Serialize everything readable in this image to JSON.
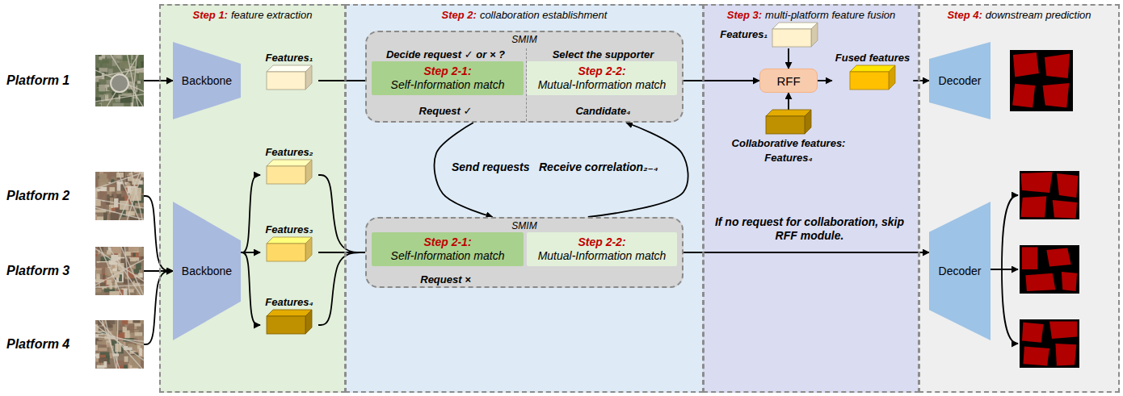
{
  "diagram": {
    "nodes": [
      {
        "text": [
          "Platform 1"
        ]
      },
      {
        "text": [
          "Platform 2"
        ]
      },
      {
        "text": [
          "Platform 3"
        ]
      },
      {
        "text": [
          "Platform 4"
        ]
      },
      {
        "text": [
          "Step 1:",
          "feature extraction"
        ]
      },
      {
        "text": [
          "Backbone"
        ],
        "in": 4
      },
      {
        "text": [
          "Features₁"
        ],
        "in": 4
      },
      {
        "text": [
          "Backbone"
        ],
        "in": 4
      },
      {
        "text": [
          "Features₂"
        ],
        "in": 4
      },
      {
        "text": [
          "Features₃"
        ],
        "in": 4
      },
      {
        "text": [
          "Features₄"
        ],
        "in": 4
      },
      {
        "text": [
          "Step 2:",
          "collaboration establishment"
        ]
      },
      {
        "text": [
          "SMIM",
          "Decide request ✓ or × ?",
          "Select the supporter",
          "Request ✓",
          "Candidate₄"
        ],
        "in": 11
      },
      {
        "text": [
          "Step 2-1:",
          "Self-Information match"
        ],
        "in": 12
      },
      {
        "text": [
          "Step 2-2:",
          "Mutual-Information match"
        ],
        "in": 12
      },
      {
        "text": [
          "SMIM",
          "Request ×"
        ],
        "in": 11
      },
      {
        "text": [
          "Step 2-1:",
          "Self-Information match"
        ],
        "in": 15
      },
      {
        "text": [
          "Step 2-2:",
          "Mutual-Information match"
        ],
        "in": 15
      },
      {
        "text": [
          "Step 3:",
          "multi-platform feature fusion"
        ]
      },
      {
        "text": [
          "Features₁"
        ],
        "in": 18
      },
      {
        "text": [
          "RFF"
        ],
        "in": 18
      },
      {
        "text": [
          "Collaborative features: Features₄"
        ],
        "in": 18
      },
      {
        "text": [
          "Fused features"
        ],
        "in": 18
      },
      {
        "text": [
          "Step 4:",
          "downstream prediction"
        ]
      },
      {
        "text": [
          "Decoder"
        ],
        "in": 23
      },
      {
        "text": [
          "Decoder"
        ],
        "in": 23
      }
    ],
    "edges": [
      {
        "from": 0,
        "to": 5,
        "arrow": "to"
      },
      {
        "from": 1,
        "to": 7,
        "arrow": "to"
      },
      {
        "from": 2,
        "to": 7,
        "arrow": "to"
      },
      {
        "from": 3,
        "to": 7,
        "arrow": "to"
      },
      {
        "from": 7,
        "to": 8,
        "arrow": "to"
      },
      {
        "from": 7,
        "to": 9,
        "arrow": "to"
      },
      {
        "from": 7,
        "to": 10,
        "arrow": "to"
      },
      {
        "from": 6,
        "to": 12,
        "arrow": "none"
      },
      {
        "from": 8,
        "to": 15,
        "arrow": "none"
      },
      {
        "from": 9,
        "to": 15,
        "arrow": "none"
      },
      {
        "from": 10,
        "to": 15,
        "arrow": "none"
      },
      {
        "from": 12,
        "to": 15,
        "label": "Send requests",
        "arrow": "to"
      },
      {
        "from": 15,
        "to": 12,
        "label": "Receive correlation₂₋₄",
        "arrow": "to"
      },
      {
        "from": 12,
        "to": 20,
        "arrow": "to"
      },
      {
        "from": 19,
        "to": 20,
        "arrow": "to"
      },
      {
        "from": 21,
        "to": 20,
        "arrow": "to"
      },
      {
        "from": 20,
        "to": 22,
        "arrow": "to"
      },
      {
        "from": 22,
        "to": 24,
        "arrow": "to"
      },
      {
        "from": 15,
        "to": 25,
        "label": "If no request for collaboration, skip RFF module.",
        "arrow": "to"
      }
    ]
  }
}
